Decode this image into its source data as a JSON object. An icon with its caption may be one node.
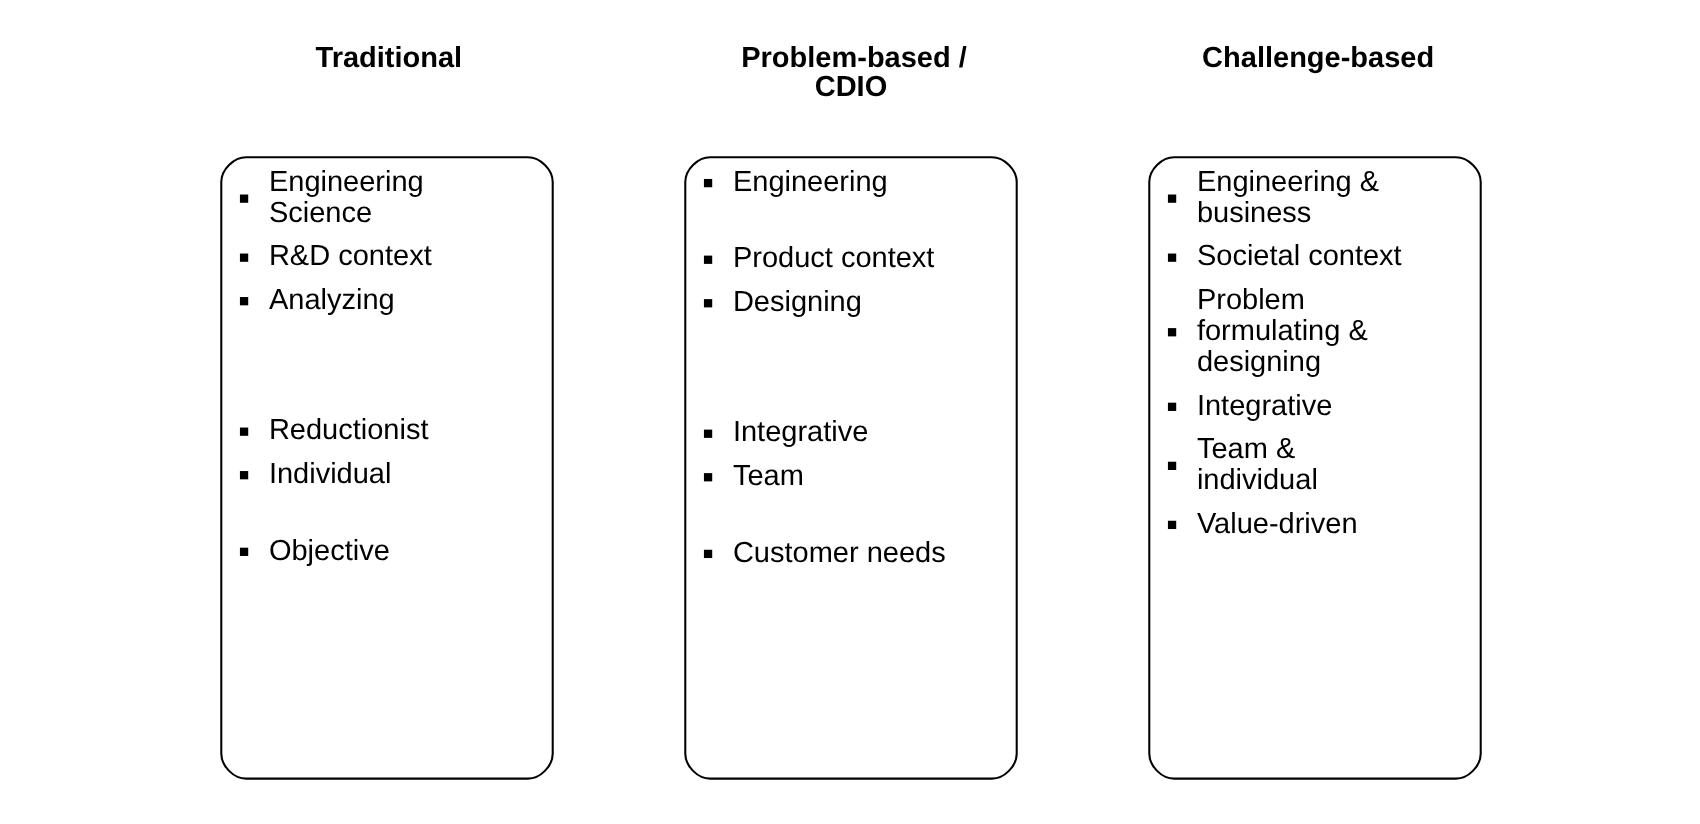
{
  "diagram": {
    "nodes": [
      {
        "text": [
          "Traditional",
          "Engineering Science",
          "R&D context",
          "Analyzing",
          "Reductionist",
          "Individual",
          "Objective"
        ]
      },
      {
        "text": [
          "Problem-based / CDIO",
          "Engineering",
          "Product context",
          "Designing",
          "Integrative",
          "Team",
          "Customer needs"
        ]
      },
      {
        "text": [
          "Challenge-based",
          "Engineering & business",
          "Societal context",
          "Problem formulating & designing",
          "Integrative",
          "Team & individual",
          "Value-driven"
        ]
      }
    ],
    "edges": []
  }
}
